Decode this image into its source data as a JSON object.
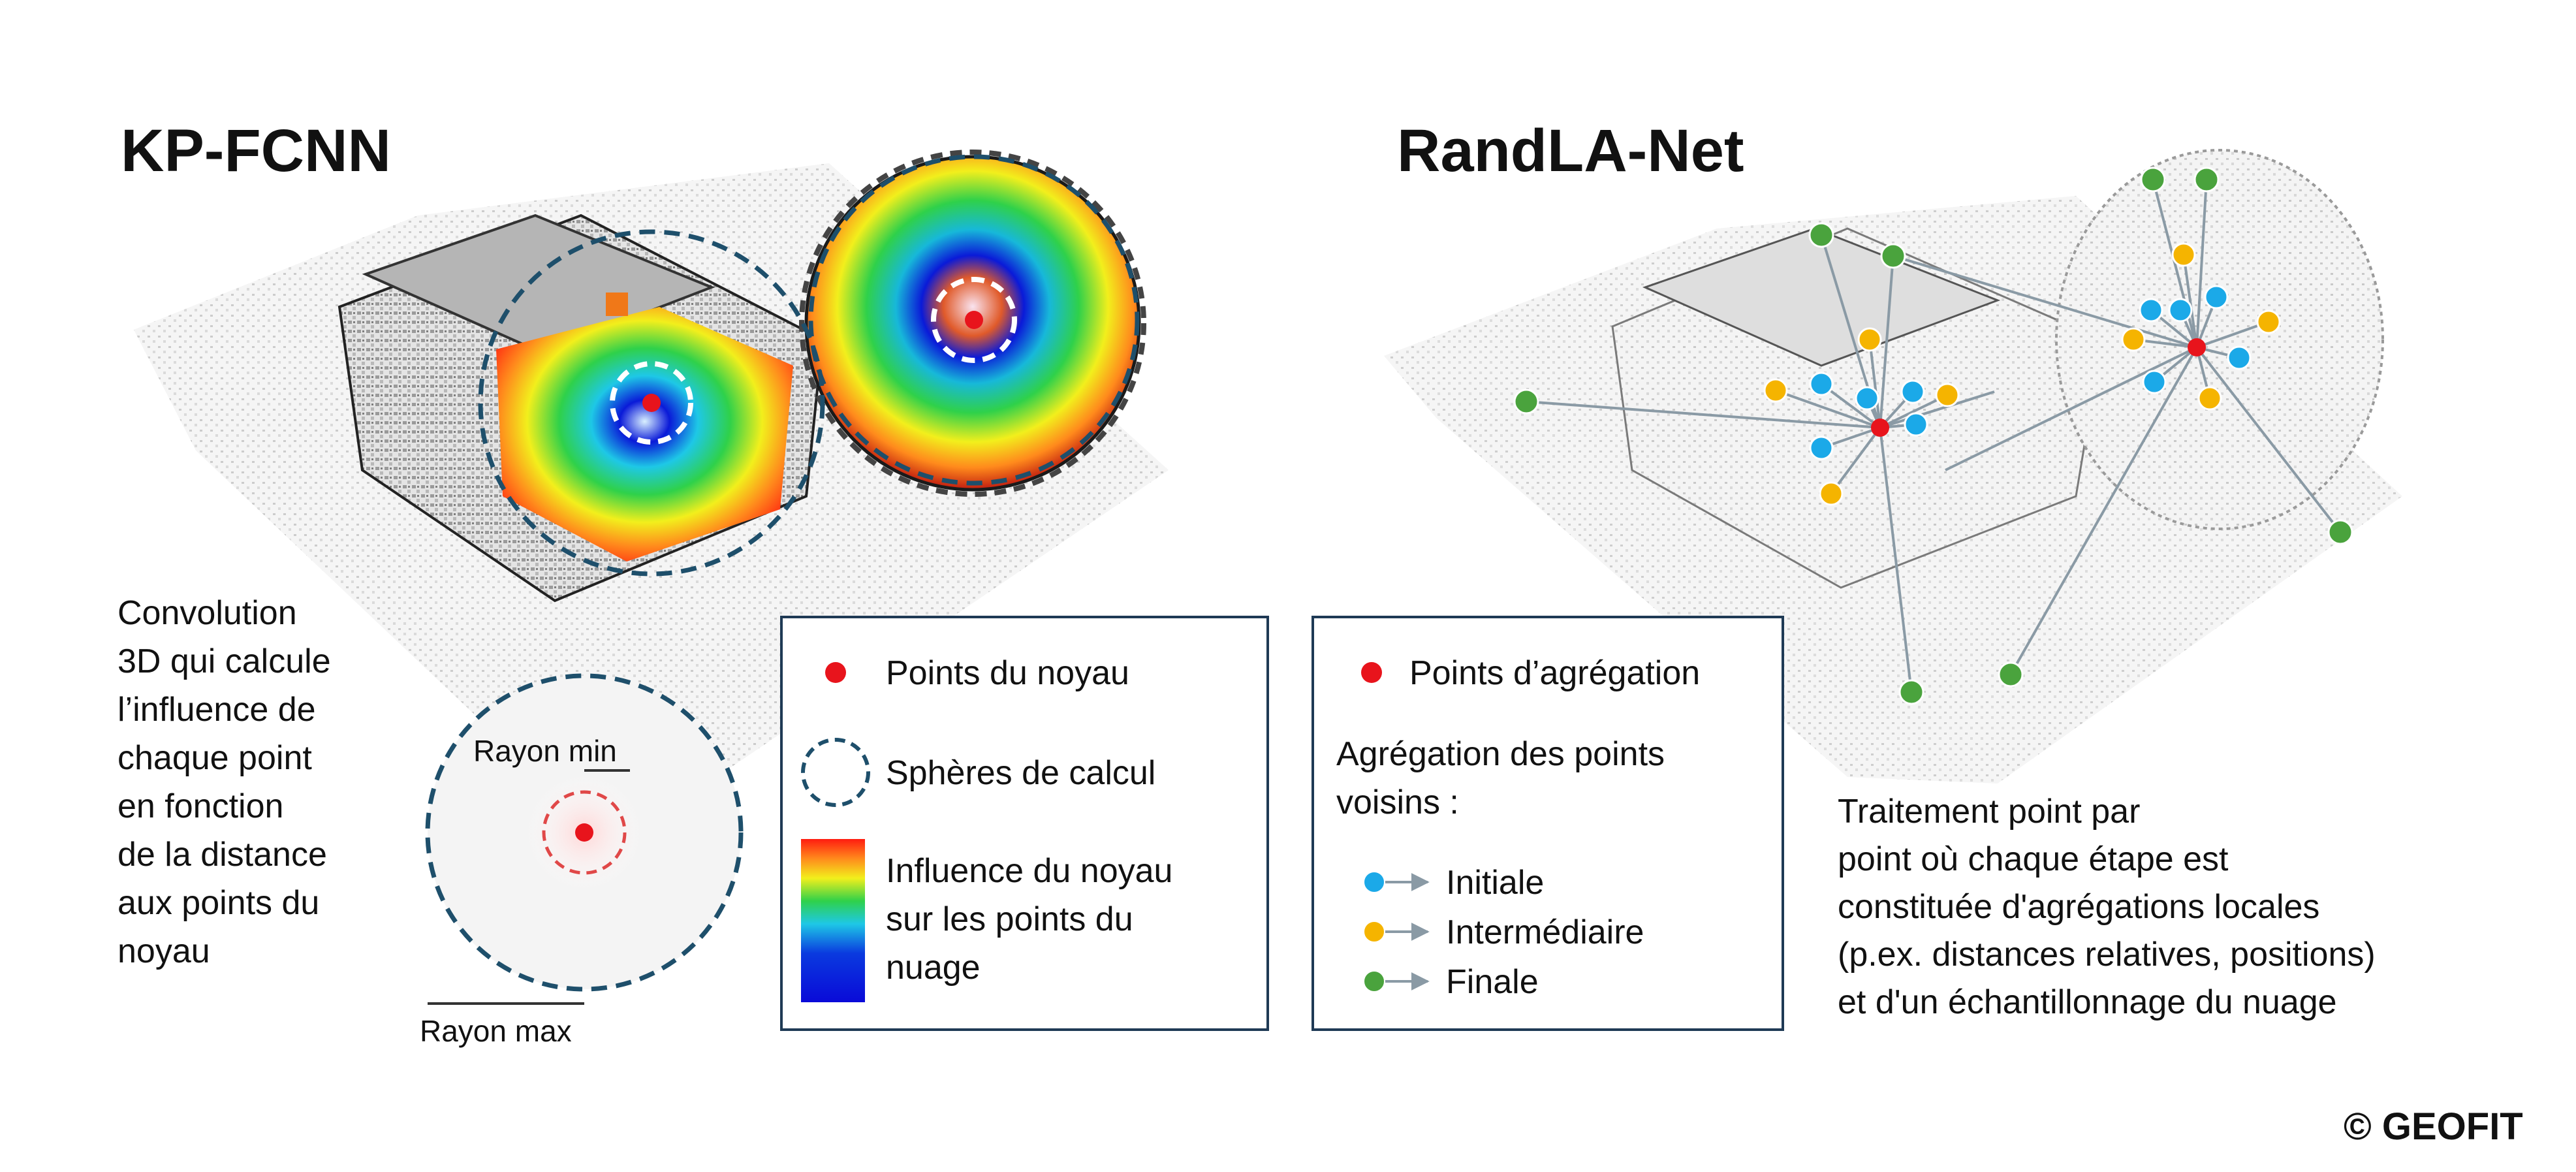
{
  "left": {
    "title": "KP-FCNN",
    "description": [
      "Convolution",
      "3D qui calcule",
      "l’influence de",
      "chaque point",
      "en fonction",
      "de la distance",
      "aux points du",
      "noyau"
    ],
    "rayon_min": "Rayon min",
    "rayon_max": "Rayon max",
    "legend": {
      "kernel_points": "Points du noyau",
      "spheres": "Sphères de calcul",
      "influence": [
        "Influence du noyau",
        "sur les points du",
        "nuage"
      ]
    }
  },
  "right": {
    "title": "RandLA-Net",
    "legend": {
      "aggregation_points": "Points d’agrégation",
      "neighbors_heading": [
        "Agrégation des points",
        "voisins :"
      ],
      "stages": [
        {
          "label": "Initiale",
          "color": "#1ba9e8"
        },
        {
          "label": "Intermédiaire",
          "color": "#f5b400"
        },
        {
          "label": "Finale",
          "color": "#4aa33d"
        }
      ]
    },
    "description": [
      "Traitement point par",
      "point où chaque étape est",
      "constituée d'agrégations locales",
      "(p.ex. distances relatives, positions)",
      "et d'un échantillonnage du nuage"
    ]
  },
  "copyright": "© GEOFIT",
  "colors": {
    "kernel_red": "#e8141c",
    "sphere_dash": "#1e4f6b",
    "initial": "#1ba9e8",
    "intermediate": "#f5b400",
    "final": "#4aa33d",
    "legend_border": "#1f3a55"
  }
}
